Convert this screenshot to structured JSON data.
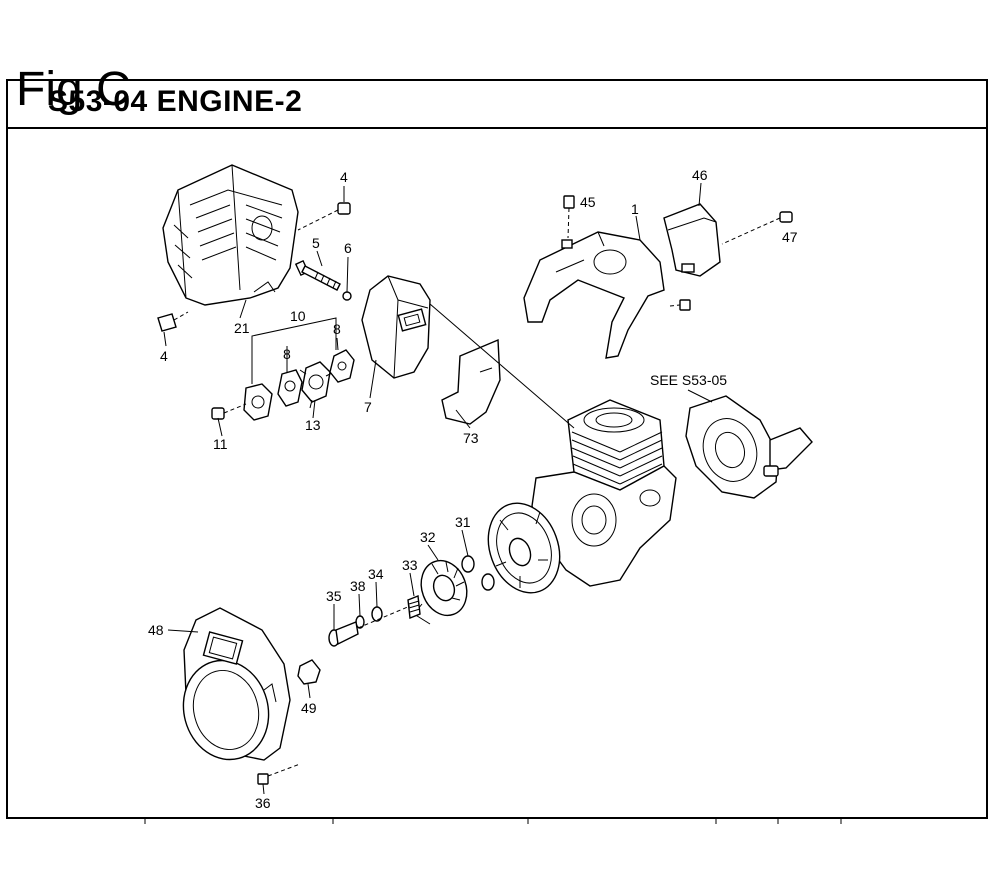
{
  "title": "S53-04 ENGINE-2",
  "figure": "Fig C",
  "labels": [
    {
      "id": "p4a",
      "text": "4"
    },
    {
      "id": "p5",
      "text": "5"
    },
    {
      "id": "p6",
      "text": "6"
    },
    {
      "id": "p21",
      "text": "21"
    },
    {
      "id": "p4b",
      "text": "4"
    },
    {
      "id": "p10",
      "text": "10"
    },
    {
      "id": "p8a",
      "text": "8"
    },
    {
      "id": "p8b",
      "text": "8"
    },
    {
      "id": "p7",
      "text": "7"
    },
    {
      "id": "p13",
      "text": "13"
    },
    {
      "id": "p11",
      "text": "11"
    },
    {
      "id": "p73",
      "text": "73"
    },
    {
      "id": "p45",
      "text": "45"
    },
    {
      "id": "p1",
      "text": "1"
    },
    {
      "id": "p46",
      "text": "46"
    },
    {
      "id": "p47",
      "text": "47"
    },
    {
      "id": "see",
      "text": "SEE S53-05"
    },
    {
      "id": "p32",
      "text": "32"
    },
    {
      "id": "p31",
      "text": "31"
    },
    {
      "id": "p33",
      "text": "33"
    },
    {
      "id": "p38",
      "text": "38"
    },
    {
      "id": "p34",
      "text": "34"
    },
    {
      "id": "p35",
      "text": "35"
    },
    {
      "id": "p48",
      "text": "48"
    },
    {
      "id": "p49",
      "text": "49"
    },
    {
      "id": "p36",
      "text": "36"
    }
  ]
}
